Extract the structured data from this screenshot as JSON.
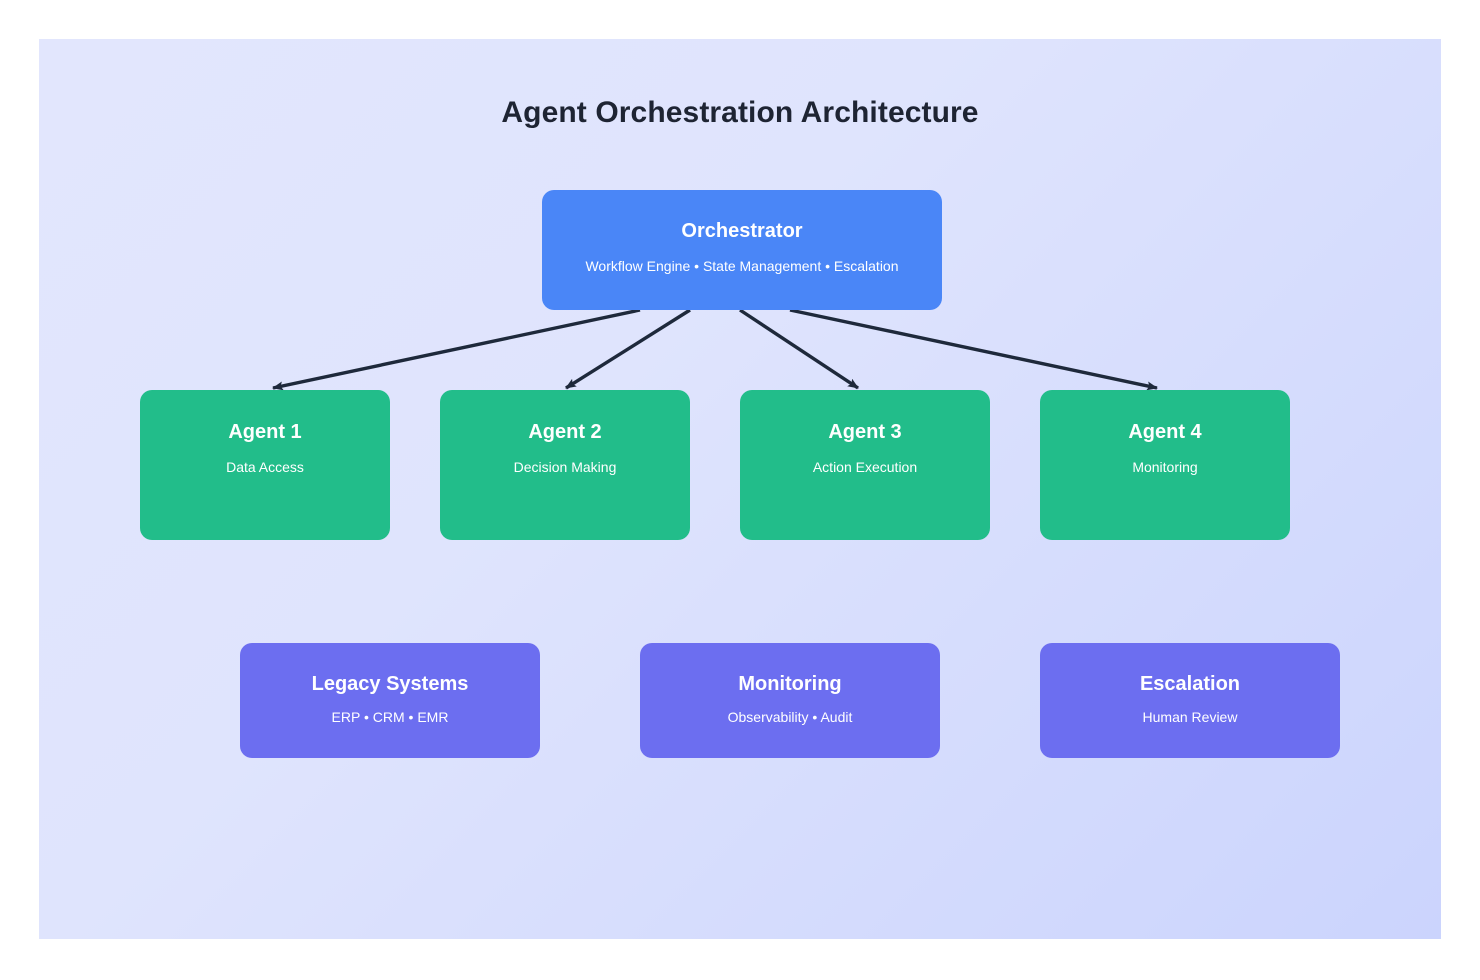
{
  "diagram": {
    "title": "Agent Orchestration Architecture",
    "background_start": "#e2e6fd",
    "background_end": "#cbd4fd",
    "title_color": "#1e2433",
    "edge_color": "#1e293b"
  },
  "orchestrator": {
    "title": "Orchestrator",
    "subtitle": "Workflow Engine • State Management • Escalation",
    "color": "#4a86f7"
  },
  "agents": [
    {
      "title": "Agent 1",
      "subtitle": "Data Access",
      "color": "#22bd8a"
    },
    {
      "title": "Agent 2",
      "subtitle": "Decision Making",
      "color": "#22bd8a"
    },
    {
      "title": "Agent 3",
      "subtitle": "Action Execution",
      "color": "#22bd8a"
    },
    {
      "title": "Agent 4",
      "subtitle": "Monitoring",
      "color": "#22bd8a"
    }
  ],
  "support": [
    {
      "title": "Legacy Systems",
      "subtitle": "ERP • CRM • EMR",
      "color": "#6c6ef0"
    },
    {
      "title": "Monitoring",
      "subtitle": "Observability • Audit",
      "color": "#6c6ef0"
    },
    {
      "title": "Escalation",
      "subtitle": "Human Review",
      "color": "#6c6ef0"
    }
  ],
  "edges": [
    {
      "from": "Orchestrator",
      "to": "Agent 1"
    },
    {
      "from": "Orchestrator",
      "to": "Agent 2"
    },
    {
      "from": "Orchestrator",
      "to": "Agent 3"
    },
    {
      "from": "Orchestrator",
      "to": "Agent 4"
    }
  ]
}
